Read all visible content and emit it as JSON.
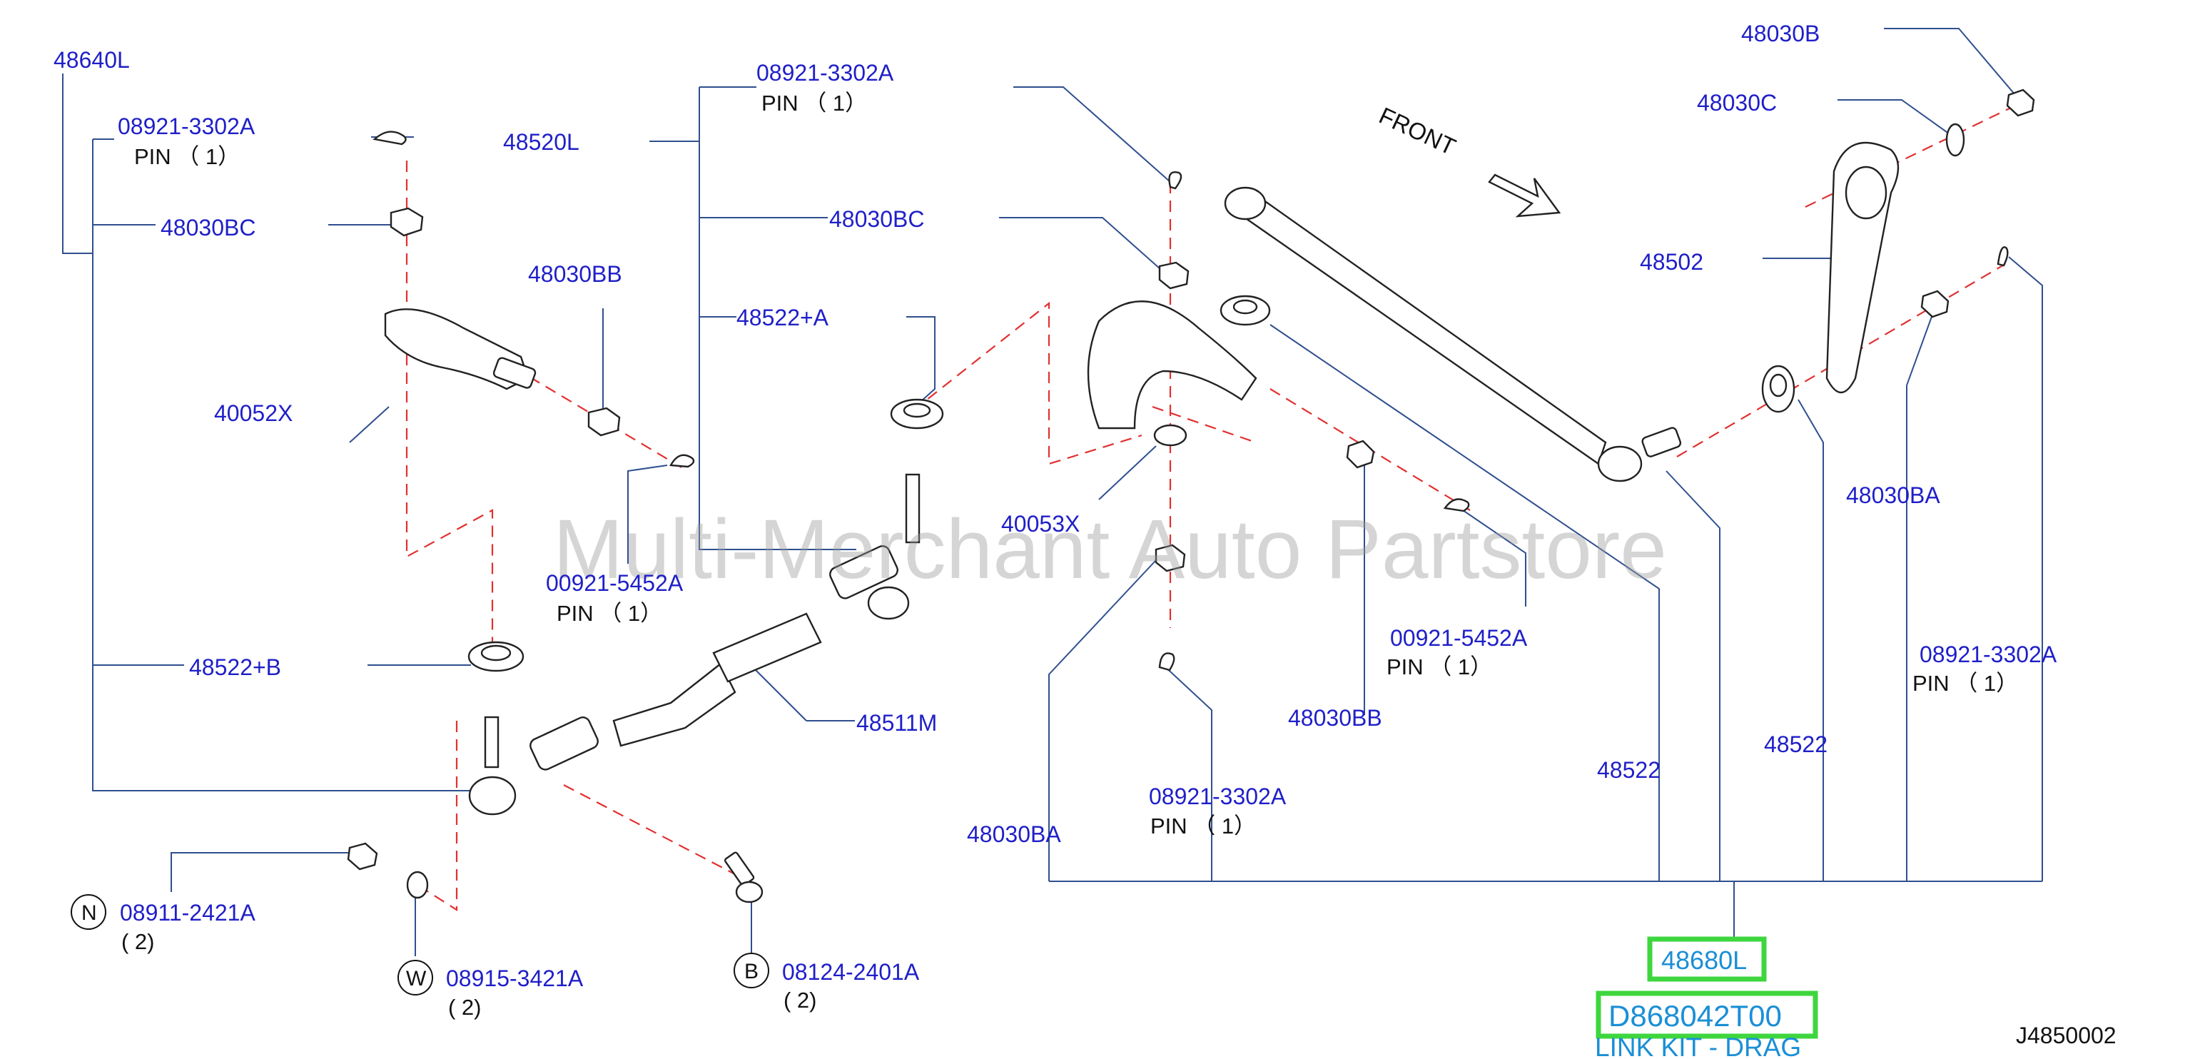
{
  "watermark": "Multi-Merchant Auto Partstore",
  "diagram_code": "J4850002",
  "front_label": "FRONT",
  "labels": {
    "l48640L": "48640L",
    "l089a_1": "08921-3302A",
    "l089a_1_pin": "PIN （ 1）",
    "l48030BC_left": "48030BC",
    "l48030BB_left": "48030BB",
    "l40052X": "40052X",
    "l48522B": "48522+B",
    "l48520L": "48520L",
    "l089a_2": "08921-3302A",
    "l089a_2_pin": "PIN （ 1）",
    "l48030BC_mid": "48030BC",
    "l48522A": "48522+A",
    "l00921_left": "00921-5452A",
    "l00921_left_pin": "PIN （ 1）",
    "l48511M": "48511M",
    "l40053X": "40053X",
    "l48030B": "48030B",
    "l48030C": "48030C",
    "l48502": "48502",
    "l48030BA_right": "48030BA",
    "l089a_3": "08921-3302A",
    "l089a_3_pin": "PIN （ 1）",
    "l00921_mid": "00921-5452A",
    "l00921_mid_pin": "PIN （ 1）",
    "l48030BB_mid": "48030BB",
    "l089a_4": "08921-3302A",
    "l089a_4_pin": "PIN （ 1）",
    "l48522_1": "48522",
    "l48522_2": "48522",
    "l48030BA_bot": "48030BA",
    "l08911": "08911-2421A",
    "l08911_qty": "( 2)",
    "l08915": "08915-3421A",
    "l08915_qty": "( 2)",
    "l08124": "08124-2401A",
    "l08124_qty": "( 2)"
  },
  "markers": {
    "n": "N",
    "w": "W",
    "b": "B"
  },
  "kit": {
    "part_no": "48680L",
    "oem_no": "D868042T00",
    "name": "LINK KIT - DRAG"
  },
  "colors": {
    "label": "#1f1fc8",
    "dash": "#e23030",
    "highlight": "#3ed63e",
    "kit_text": "#1a8fd6"
  }
}
